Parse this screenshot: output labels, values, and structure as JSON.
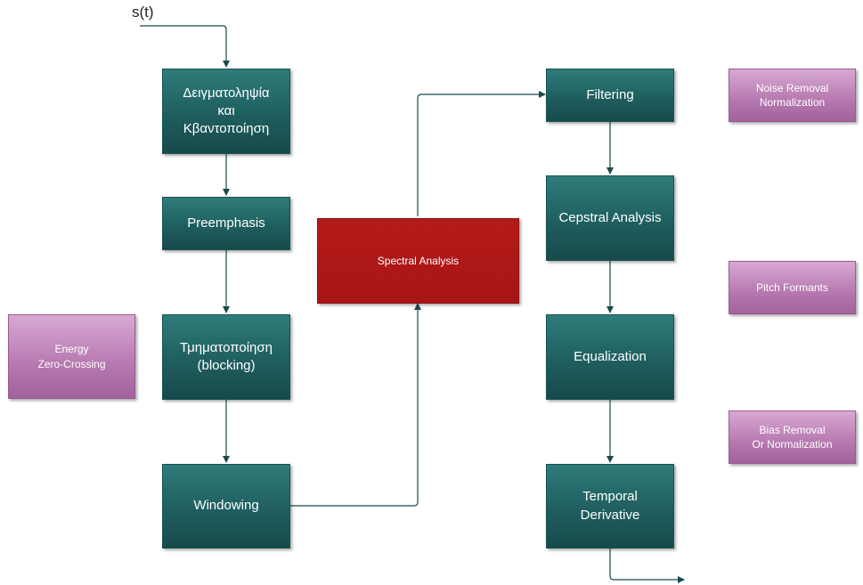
{
  "input_label": "s(t)",
  "nodes": {
    "sampling": "Δειγματοληψία\nκαι\nΚβαντοποίηση",
    "preemphasis": "Preemphasis",
    "blocking": "Τμηματοποίηση\n(blocking)",
    "windowing": "Windowing",
    "spectral": "Spectral Analysis",
    "filtering": "Filtering",
    "cepstral": "Cepstral Analysis",
    "equalization": "Equalization",
    "temporal": "Temporal\nDerivative"
  },
  "notes": {
    "energy": "Energy\nZero-Crossing",
    "noise": "Noise Removal\nNormalization",
    "pitch": "Pitch Formants",
    "bias": "Bias Removal\nOr Normalization"
  },
  "colors": {
    "process": "#1f5e5f",
    "note": "#b678b0",
    "highlight": "#a81515",
    "connector": "#1a4a4a"
  }
}
